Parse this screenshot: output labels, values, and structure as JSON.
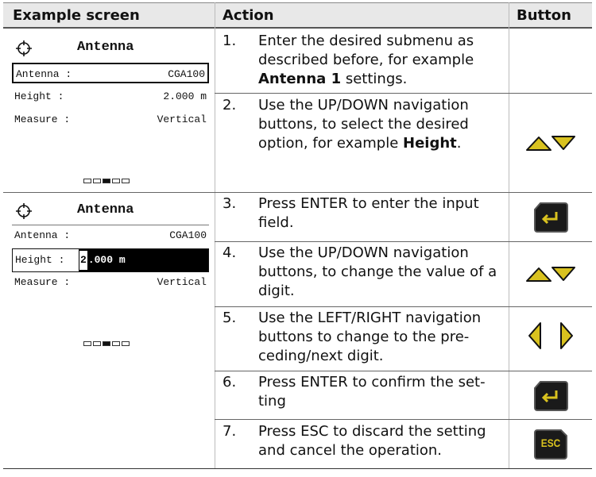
{
  "header": {
    "col1": "Example screen",
    "col2": "Action",
    "col3": "Button"
  },
  "screens": [
    {
      "title": "Antenna",
      "rows": [
        {
          "label": "Antenna :",
          "value": "CGA100"
        },
        {
          "label": "Height  :",
          "value": "2.000 m"
        },
        {
          "label": "Measure :",
          "value": "Vertical"
        }
      ]
    },
    {
      "title": "Antenna",
      "rows": [
        {
          "label": "Antenna :",
          "value": "CGA100"
        },
        {
          "label": "Height  :",
          "value": "2.000 m",
          "cursor": "2",
          "rest": ".000 m"
        },
        {
          "label": "Measure :",
          "value": "Vertical"
        }
      ]
    }
  ],
  "steps": [
    {
      "n": "1.",
      "pre": "Enter the desired submenu as described before, for example ",
      "bold": "Antenna 1",
      "post": " settings."
    },
    {
      "n": "2.",
      "pre": "Use the UP/DOWN navigation buttons, to select the desired option, for example ",
      "bold": "Height",
      "post": "."
    },
    {
      "n": "3.",
      "pre": "Press ENTER to enter the input field."
    },
    {
      "n": "4.",
      "pre": "Use the UP/DOWN navigation buttons, to change the value of a digit."
    },
    {
      "n": "5.",
      "pre": "Use the LEFT/RIGHT navigation buttons to change to the pre-ceding/next digit."
    },
    {
      "n": "6.",
      "pre": "Press ENTER to confirm the set-ting"
    },
    {
      "n": "7.",
      "pre": "Press ESC to discard the setting and cancel the operation."
    }
  ],
  "buttons": {
    "esc_label": "ESC"
  },
  "colors": {
    "key_yellow": "#d9c21f",
    "key_dark": "#1a1a1a"
  }
}
